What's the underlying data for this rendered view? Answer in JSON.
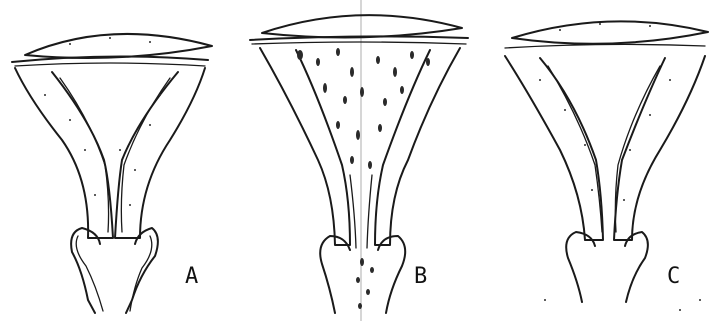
{
  "figure": {
    "panels": [
      {
        "id": "A",
        "label": "A"
      },
      {
        "id": "B",
        "label": "B"
      },
      {
        "id": "C",
        "label": "C"
      }
    ]
  }
}
